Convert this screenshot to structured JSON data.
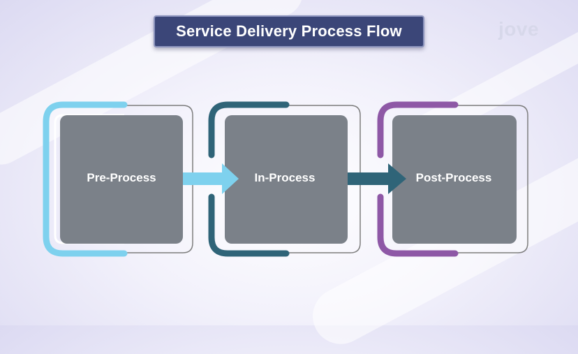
{
  "title": "Service Delivery Process Flow",
  "logo_text": "jove",
  "stages": [
    {
      "label": "Pre-Process",
      "accent": "#7ed1ee"
    },
    {
      "label": "In-Process",
      "accent": "#2f6478"
    },
    {
      "label": "Post-Process",
      "accent": "#8e58a6"
    }
  ],
  "colors": {
    "card_fill": "#7b8189",
    "title_bg": "#3b4678",
    "frame_outline": "#7d7d7d"
  }
}
